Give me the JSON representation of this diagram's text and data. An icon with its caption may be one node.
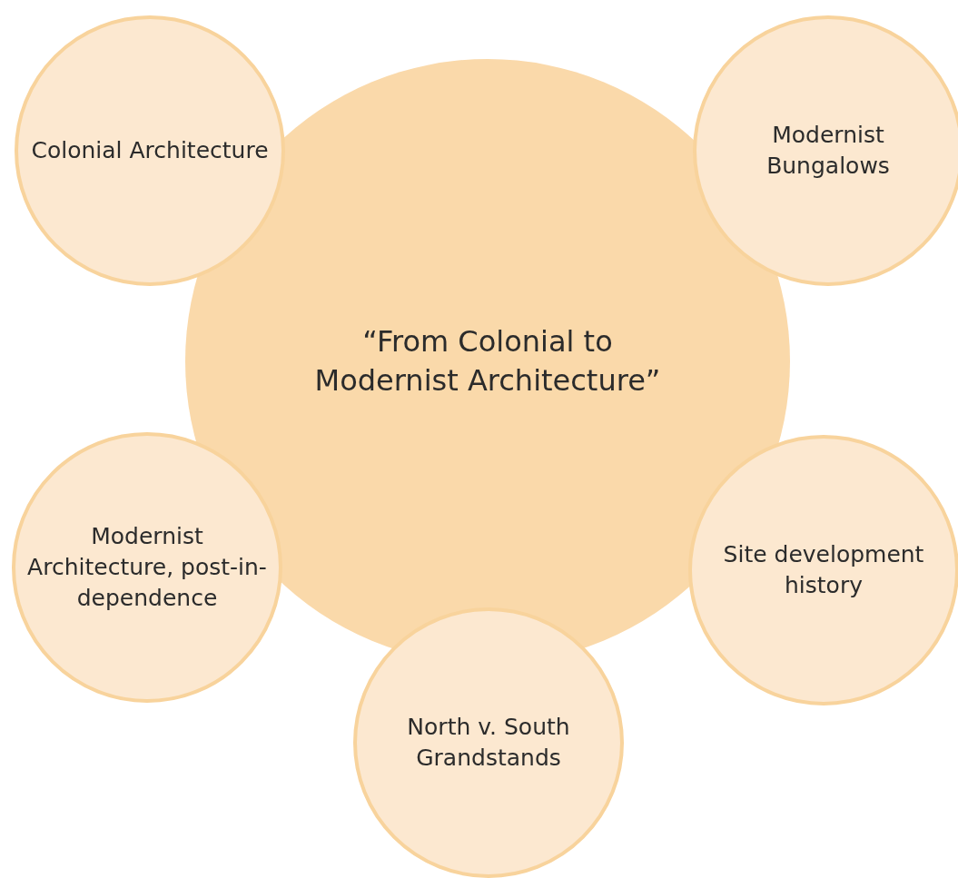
{
  "diagram": {
    "nodes": [
      {
        "text": [
          "“From Colonial to Modernist Architecture”"
        ]
      },
      {
        "text": [
          "Colonial Architecture"
        ]
      },
      {
        "text": [
          "Modernist Bungalows"
        ]
      },
      {
        "text": [
          "Modernist Architecture, post-in-dependence"
        ]
      },
      {
        "text": [
          "Site development history"
        ]
      },
      {
        "text": [
          "North v. South Grandstands"
        ]
      }
    ]
  }
}
